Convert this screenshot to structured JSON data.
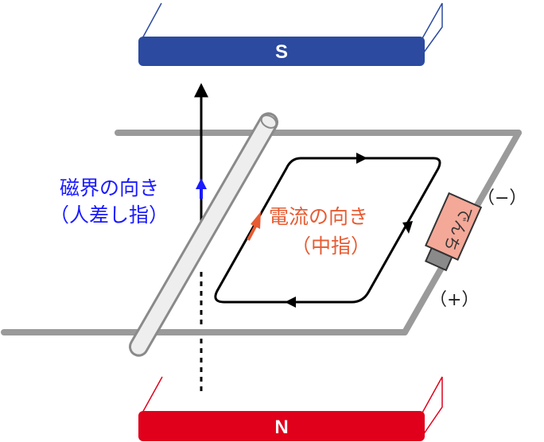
{
  "magnets": {
    "top_label": "S",
    "bottom_label": "N",
    "s_color": "#2b4aa0",
    "n_color": "#e0001b"
  },
  "labels": {
    "field_line1": "磁界の向き",
    "field_line2": "（人差し指）",
    "current_line1": "電流の向き",
    "current_line2": "（中指）",
    "battery": "でんち",
    "minus": "（−）",
    "plus": "（+）"
  },
  "colors": {
    "field": "#1a1aff",
    "current": "#e65c33",
    "rail": "#9a9a9a",
    "rod_fill": "#eeeeee",
    "battery_body": "#f4a898",
    "battery_cap": "#8a8a8a"
  }
}
